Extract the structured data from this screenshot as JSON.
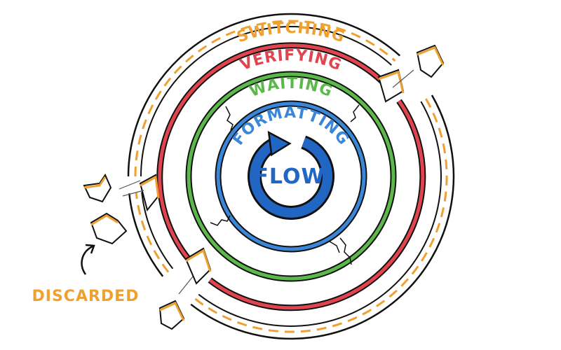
{
  "rings": [
    {
      "label": "SWITCHING",
      "color": "#f0a030"
    },
    {
      "label": "VERIFYING",
      "color": "#e0454f"
    },
    {
      "label": "WAITING",
      "color": "#5cb84a"
    },
    {
      "label": "FORMATTING",
      "color": "#3a86d8"
    }
  ],
  "center": {
    "label": "FLOW",
    "color": "#2266c4",
    "icon": "circular-arrow-icon"
  },
  "discarded": {
    "label": "DISCARDED",
    "color": "#f0a030",
    "icon": "curved-arrow-icon"
  }
}
